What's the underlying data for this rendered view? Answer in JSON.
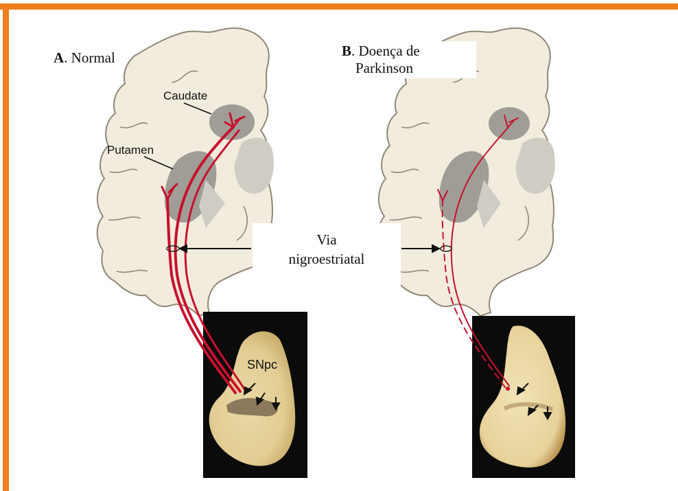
{
  "panel_a": {
    "letter": "A",
    "rest": ". Normal"
  },
  "panel_b": {
    "letter": "B",
    "rest": ". Doença de",
    "line2": "Parkinson"
  },
  "labels": {
    "caudate": "Caudate",
    "putamen": "Putamen",
    "snpc": "SNpc",
    "via_line1": "Via",
    "via_line2": "nigroestriatal"
  },
  "colors": {
    "frame": "#ee7f1c",
    "brain_fill": "#f1ecdd",
    "brain_stroke": "#8e8877",
    "nucleus": "#9f9d96",
    "nucleus_light": "#cfccc4",
    "pathway": "#c8102e"
  }
}
